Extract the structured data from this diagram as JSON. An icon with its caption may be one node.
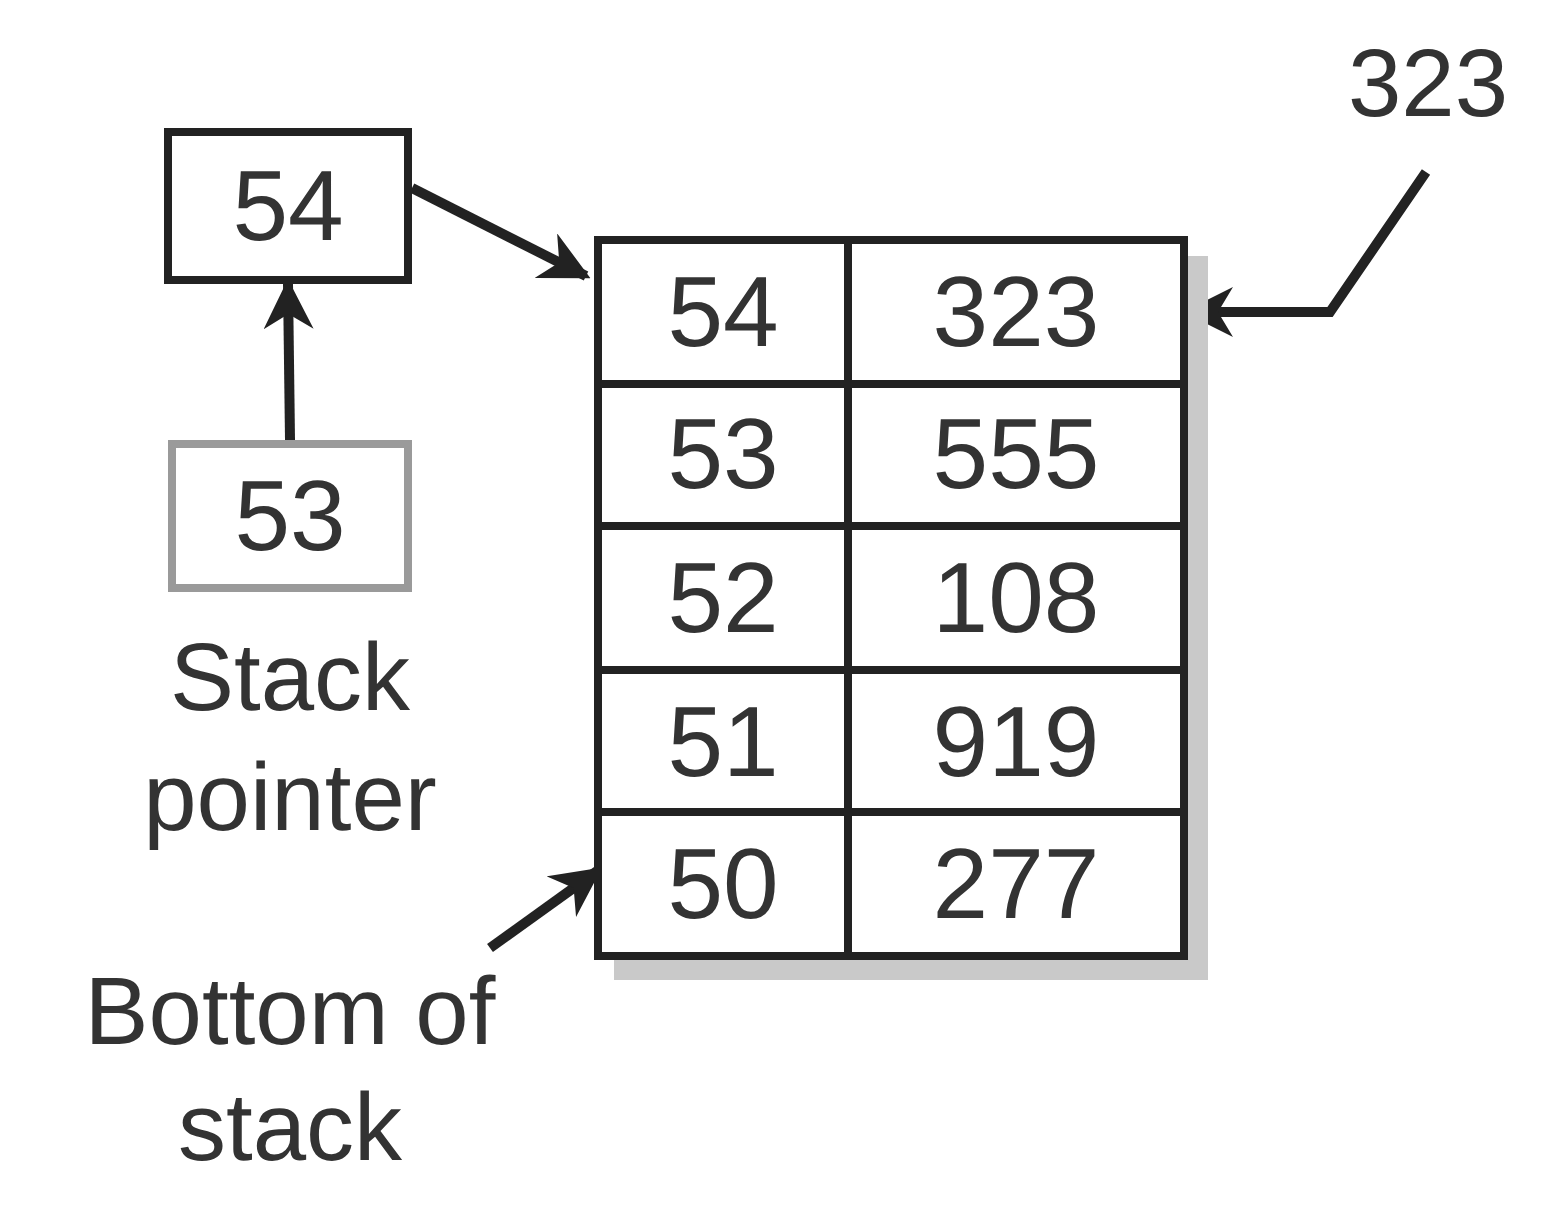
{
  "diagram": {
    "nodes": [
      {
        "text": [
          "54"
        ]
      },
      {
        "text": [
          "53"
        ],
        "beside": [
          "Stack pointer"
        ]
      },
      {
        "text": [
          "323"
        ]
      },
      {
        "text": [],
        "shape": "box"
      },
      {
        "text": [
          "54",
          "323"
        ],
        "in": 3
      },
      {
        "text": [
          "53",
          "555"
        ],
        "in": 3
      },
      {
        "text": [
          "52",
          "108"
        ],
        "in": 3
      },
      {
        "text": [
          "51",
          "919"
        ],
        "in": 3
      },
      {
        "text": [
          "50",
          "277"
        ],
        "in": 3
      },
      {
        "text": [
          "Bottom of stack"
        ]
      }
    ],
    "edges": [
      {
        "from": 1,
        "to": 0,
        "arrow": "to"
      },
      {
        "from": 0,
        "to": 3,
        "arrow": "to"
      },
      {
        "from": 2,
        "to": 4,
        "arrow": "to"
      },
      {
        "from": 9,
        "to": 8,
        "arrow": "to"
      }
    ]
  }
}
